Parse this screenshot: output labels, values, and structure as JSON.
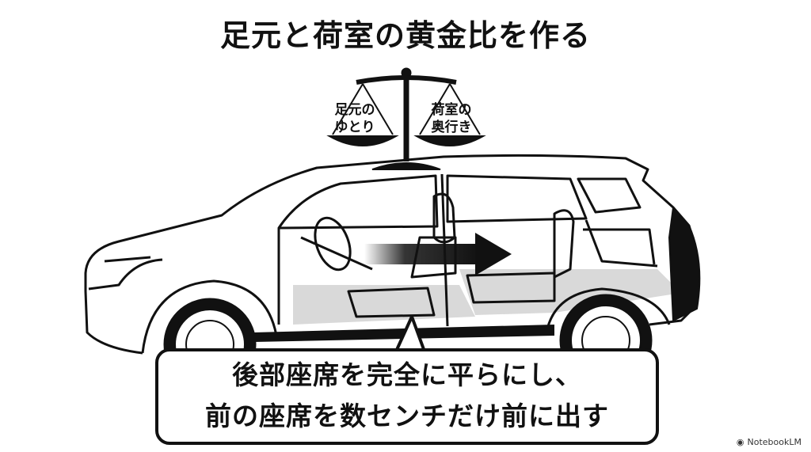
{
  "title": "足元と荷室の黄金比を作る",
  "scale": {
    "left_label": "足元の\nゆとり",
    "right_label": "荷室の\n奥行き"
  },
  "callout": {
    "text": "後部座席を完全に平らにし、\n前の座席を数センチだけ前に出す"
  },
  "brand": {
    "name": "NotebookLM",
    "icon": "notebooklm-logo-icon"
  },
  "colors": {
    "ink": "#111111",
    "cargo_fill": "#d9d9d9",
    "background": "#ffffff"
  }
}
